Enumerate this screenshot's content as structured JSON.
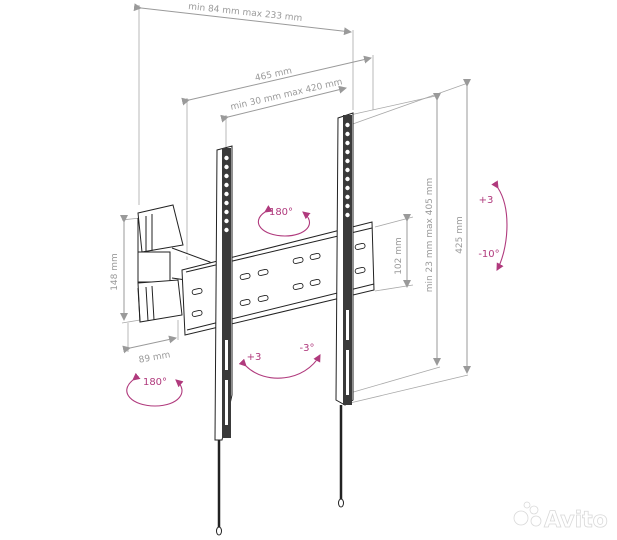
{
  "diagram": {
    "subject": "TV wall mount bracket, swivel",
    "colors": {
      "dimension_lines": "#9a9a9a",
      "angle_arrows": "#b03a7d",
      "drawing": "#222222",
      "background": "#ffffff"
    },
    "dimensions": {
      "arm_extension": "min 84 mm max 233 mm",
      "overall_width": "465 mm",
      "vesa_horizontal": "min 30 mm max 420 mm",
      "vesa_vertical": "min 23 mm max 405 mm",
      "overall_height": "425 mm",
      "wall_plate_height": "148 mm",
      "wall_plate_width": "89 mm",
      "rail_spacing": "102 mm"
    },
    "angles": {
      "swivel_top": "180°",
      "swivel_bottom": "180°",
      "tilt_side_up": "+3",
      "tilt_side_down": "-10°",
      "tilt_front_up": "+3",
      "tilt_front_down": "-3°"
    },
    "watermark": "Avito"
  }
}
